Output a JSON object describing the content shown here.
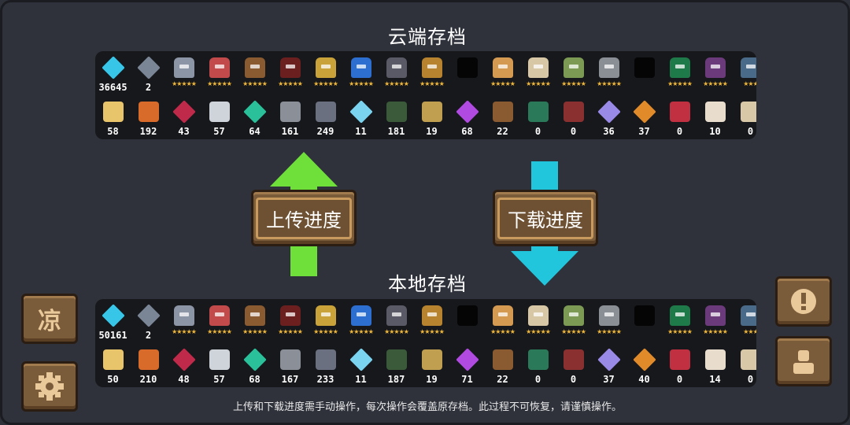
{
  "cloud": {
    "title": "云端存档",
    "row1": [
      {
        "kind": "gem",
        "color": "#38c6e8",
        "value": "36645"
      },
      {
        "kind": "gem",
        "color": "#7a8596",
        "value": "2"
      },
      {
        "kind": "char",
        "color": "#8c95a6",
        "stars": "★★★★★"
      },
      {
        "kind": "char",
        "color": "#c24a4a",
        "stars": "★★★★★"
      },
      {
        "kind": "char",
        "color": "#8a5a30",
        "stars": "★★★★★"
      },
      {
        "kind": "char",
        "color": "#6b1f1f",
        "stars": "★★★★★"
      },
      {
        "kind": "char",
        "color": "#c9a23a",
        "stars": "★★★★★"
      },
      {
        "kind": "char",
        "color": "#2d6fd1",
        "stars": "★★★★★"
      },
      {
        "kind": "char",
        "color": "#5a5a66",
        "stars": "★★★★★"
      },
      {
        "kind": "char",
        "color": "#b8832e",
        "stars": "★★★★★"
      },
      {
        "kind": "shadow",
        "color": "#050506",
        "stars": ""
      },
      {
        "kind": "char",
        "color": "#d49a52",
        "stars": "★★★★★"
      },
      {
        "kind": "char",
        "color": "#d7c7a4",
        "stars": "★★★★★"
      },
      {
        "kind": "char",
        "color": "#7c9a54",
        "stars": "★★★★★"
      },
      {
        "kind": "char",
        "color": "#8a8f96",
        "stars": "★★★★★"
      },
      {
        "kind": "shadow",
        "color": "#050506",
        "stars": ""
      },
      {
        "kind": "char",
        "color": "#1f7a4a",
        "stars": "★★★★★"
      },
      {
        "kind": "char",
        "color": "#6a3a7a",
        "stars": "★★★★★"
      },
      {
        "kind": "char",
        "color": "#4a6a8a",
        "stars": "★★★"
      }
    ],
    "row2": [
      {
        "kind": "mat",
        "color": "#e8c46a",
        "value": "58"
      },
      {
        "kind": "mat",
        "color": "#d86a2a",
        "value": "192"
      },
      {
        "kind": "gem",
        "color": "#c02a4a",
        "value": "43"
      },
      {
        "kind": "mat",
        "color": "#cfd3da",
        "value": "57"
      },
      {
        "kind": "gem",
        "color": "#2ac09a",
        "value": "64"
      },
      {
        "kind": "mat",
        "color": "#8a8f98",
        "value": "161"
      },
      {
        "kind": "mat",
        "color": "#6a7080",
        "value": "249"
      },
      {
        "kind": "gem",
        "color": "#7ad4f0",
        "value": "11"
      },
      {
        "kind": "mat",
        "color": "#3a5a3a",
        "value": "181"
      },
      {
        "kind": "mat",
        "color": "#c0a050",
        "value": "19"
      },
      {
        "kind": "gem",
        "color": "#b04ae0",
        "value": "68"
      },
      {
        "kind": "mat",
        "color": "#8a5a30",
        "value": "22"
      },
      {
        "kind": "mat",
        "color": "#2a7a5a",
        "value": "0"
      },
      {
        "kind": "mat",
        "color": "#8a3030",
        "value": "0"
      },
      {
        "kind": "gem",
        "color": "#9a8ae8",
        "value": "36"
      },
      {
        "kind": "gem",
        "color": "#e08a2a",
        "value": "37"
      },
      {
        "kind": "mat",
        "color": "#c03040",
        "value": "0"
      },
      {
        "kind": "mat",
        "color": "#e8dccc",
        "value": "10"
      },
      {
        "kind": "mat",
        "color": "#d8c8a8",
        "value": "0"
      }
    ]
  },
  "local": {
    "title": "本地存档",
    "row1": [
      {
        "kind": "gem",
        "color": "#38c6e8",
        "value": "50161"
      },
      {
        "kind": "gem",
        "color": "#7a8596",
        "value": "2"
      },
      {
        "kind": "char",
        "color": "#8c95a6",
        "stars": "★★★★★"
      },
      {
        "kind": "char",
        "color": "#c24a4a",
        "stars": "★★★★★"
      },
      {
        "kind": "char",
        "color": "#8a5a30",
        "stars": "★★★★★"
      },
      {
        "kind": "char",
        "color": "#6b1f1f",
        "stars": "★★★★★"
      },
      {
        "kind": "char",
        "color": "#c9a23a",
        "stars": "★★★★★"
      },
      {
        "kind": "char",
        "color": "#2d6fd1",
        "stars": "★★★★★"
      },
      {
        "kind": "char",
        "color": "#5a5a66",
        "stars": "★★★★★"
      },
      {
        "kind": "char",
        "color": "#b8832e",
        "stars": "★★★★★"
      },
      {
        "kind": "shadow",
        "color": "#050506",
        "stars": ""
      },
      {
        "kind": "char",
        "color": "#d49a52",
        "stars": "★★★★★"
      },
      {
        "kind": "char",
        "color": "#d7c7a4",
        "stars": "★★★★★"
      },
      {
        "kind": "char",
        "color": "#7c9a54",
        "stars": "★★★★★"
      },
      {
        "kind": "char",
        "color": "#8a8f96",
        "stars": "★★★★★"
      },
      {
        "kind": "shadow",
        "color": "#050506",
        "stars": ""
      },
      {
        "kind": "char",
        "color": "#1f7a4a",
        "stars": "★★★★★"
      },
      {
        "kind": "char",
        "color": "#6a3a7a",
        "stars": "★★★★★"
      },
      {
        "kind": "char",
        "color": "#4a6a8a",
        "stars": "★★★"
      }
    ],
    "row2": [
      {
        "kind": "mat",
        "color": "#e8c46a",
        "value": "50"
      },
      {
        "kind": "mat",
        "color": "#d86a2a",
        "value": "210"
      },
      {
        "kind": "gem",
        "color": "#c02a4a",
        "value": "48"
      },
      {
        "kind": "mat",
        "color": "#cfd3da",
        "value": "57"
      },
      {
        "kind": "gem",
        "color": "#2ac09a",
        "value": "68"
      },
      {
        "kind": "mat",
        "color": "#8a8f98",
        "value": "167"
      },
      {
        "kind": "mat",
        "color": "#6a7080",
        "value": "233"
      },
      {
        "kind": "gem",
        "color": "#7ad4f0",
        "value": "11"
      },
      {
        "kind": "mat",
        "color": "#3a5a3a",
        "value": "187"
      },
      {
        "kind": "mat",
        "color": "#c0a050",
        "value": "19"
      },
      {
        "kind": "gem",
        "color": "#b04ae0",
        "value": "71"
      },
      {
        "kind": "mat",
        "color": "#8a5a30",
        "value": "22"
      },
      {
        "kind": "mat",
        "color": "#2a7a5a",
        "value": "0"
      },
      {
        "kind": "mat",
        "color": "#8a3030",
        "value": "0"
      },
      {
        "kind": "gem",
        "color": "#9a8ae8",
        "value": "37"
      },
      {
        "kind": "gem",
        "color": "#e08a2a",
        "value": "40"
      },
      {
        "kind": "mat",
        "color": "#c03040",
        "value": "0"
      },
      {
        "kind": "mat",
        "color": "#e8dccc",
        "value": "14"
      },
      {
        "kind": "mat",
        "color": "#d8c8a8",
        "value": "0"
      }
    ]
  },
  "buttons": {
    "upload_label": "上传进度",
    "download_label": "下载进度",
    "left_top_glyph": "凉",
    "left_bottom_icon": "gear-icon",
    "right_top_icon": "alert-icon",
    "right_bottom_icon": "profile-icon"
  },
  "colors": {
    "upload_arrow": "#6fe03a",
    "download_arrow": "#22c6dc"
  },
  "footer": {
    "note": "上传和下载进度需手动操作，每次操作会覆盖原存档。此过程不可恢复，请谨慎操作。"
  }
}
